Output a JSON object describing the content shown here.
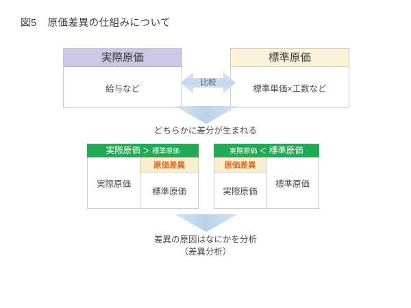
{
  "figure": {
    "number": "図5",
    "title": "原価差異の仕組みについて"
  },
  "top_boxes": {
    "actual": {
      "header": "実際原価",
      "body": "給与など",
      "header_color": "#ccc7e6"
    },
    "standard": {
      "header": "標準原価",
      "body": "標準単価×工数など",
      "header_color": "#fbf2da"
    }
  },
  "compare": {
    "label": "比較",
    "arrow_color": "#cfdff0"
  },
  "flow": {
    "difference_caption": "どちらかに差分が生まれる",
    "analysis_caption_line1": "差異の原因はなにかを分析",
    "analysis_caption_line2": "（差異分析）",
    "arrow_color": "#bfd6ea"
  },
  "variance_boxes": {
    "header_color": "#1faa55",
    "variance_cell_color": "#f8edcd",
    "variance_text_color": "#e2661c",
    "over": {
      "header_left": "実際原価",
      "header_op": "＞",
      "header_right": "標準原価",
      "left_cell": "実際原価",
      "right_top_cell": "原価差異",
      "right_bottom_cell": "標準原価"
    },
    "under": {
      "header_left": "実際原価",
      "header_op": "＜",
      "header_right": "標準原価",
      "left_top_cell": "原価差異",
      "left_bottom_cell": "実際原価",
      "right_cell": "標準原価"
    }
  }
}
